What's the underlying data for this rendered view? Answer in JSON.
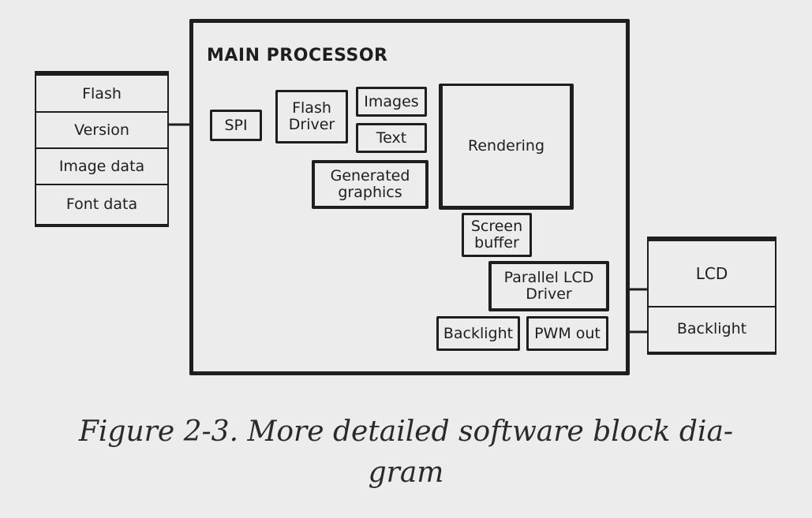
{
  "processor": {
    "title": "MAIN PROCESSOR",
    "blocks": {
      "spi": "SPI",
      "flash_driver": "Flash\nDriver",
      "images": "Images",
      "text": "Text",
      "generated_graphics": "Generated\ngraphics",
      "rendering": "Rendering",
      "screen_buffer": "Screen\nbuffer",
      "parallel_lcd_driver": "Parallel LCD\nDriver",
      "backlight": "Backlight",
      "pwm_out": "PWM out"
    }
  },
  "flash_memory": {
    "rows": [
      "Flash",
      "Version",
      "Image data",
      "Font data"
    ]
  },
  "display": {
    "rows": [
      "LCD",
      "Backlight"
    ]
  },
  "caption": "Figure 2-3. More detailed software block dia-\ngram"
}
